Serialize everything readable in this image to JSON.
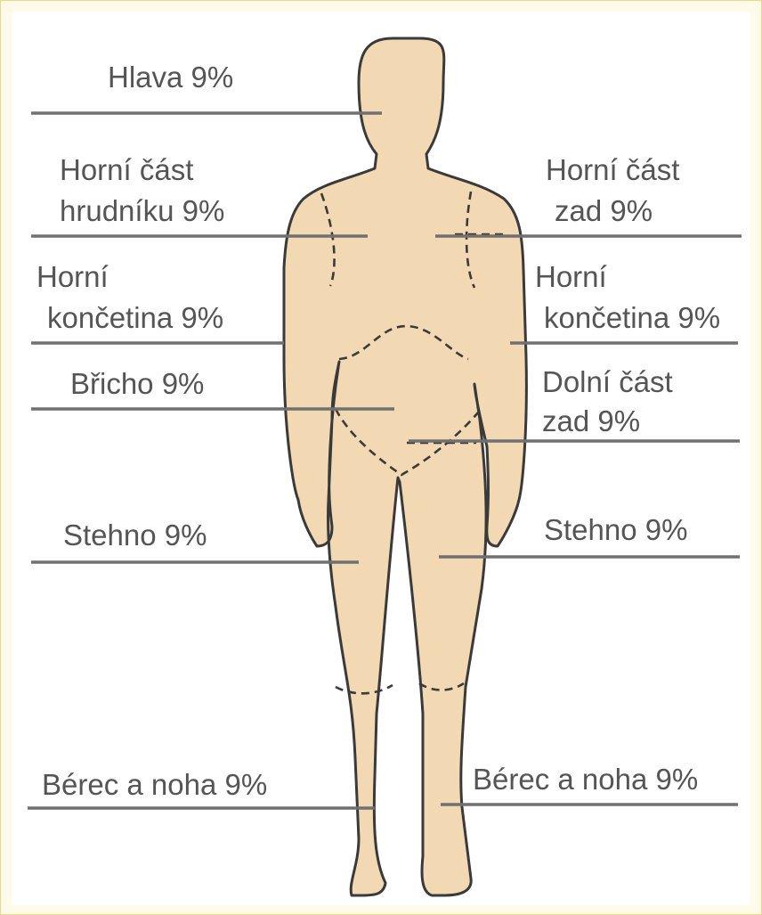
{
  "colors": {
    "skin": "#f3d9b3",
    "outline": "#3a3a3a",
    "leader_line": "#707070",
    "text": "#555555",
    "frame_border": "#f1d58a",
    "frame_fill": "#fffbe8"
  },
  "labels": {
    "head": "Hlava 9%",
    "upper_chest_1": "Horní část",
    "upper_chest_2": "hrudníku 9%",
    "upper_back_1": "Horní část",
    "upper_back_2": "zad 9%",
    "arm_left_1": "Horní",
    "arm_left_2": "končetina 9%",
    "arm_right_1": "Horní",
    "arm_right_2": "končetina 9%",
    "abdomen": "Břicho 9%",
    "lower_back_1": "Dolní část",
    "lower_back_2": "zad 9%",
    "thigh_left": "Stehno 9%",
    "thigh_right": "Stehno 9%",
    "leg_left": "Bérec a noha 9%",
    "leg_right": "Bérec a noha 9%"
  }
}
